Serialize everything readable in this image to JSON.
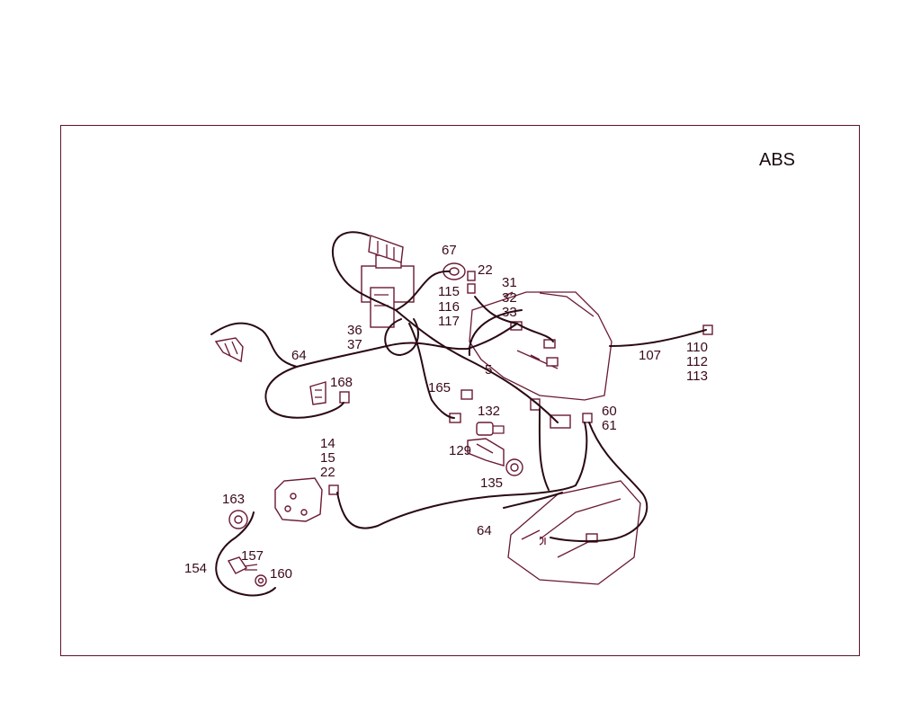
{
  "system_label": "ABS",
  "callouts": {
    "c67": "67",
    "c22a": "22",
    "c115": "115",
    "c116": "116",
    "c117": "117",
    "c31": "31",
    "c32": "32",
    "c33": "33",
    "c36": "36",
    "c37": "37",
    "c64a": "64",
    "c168": "168",
    "c5": "5",
    "c165": "165",
    "c132": "132",
    "c129": "129",
    "c135": "135",
    "c107": "107",
    "c110": "110",
    "c112": "112",
    "c113": "113",
    "c60": "60",
    "c61": "61",
    "c14": "14",
    "c15": "15",
    "c22b": "22",
    "c163": "163",
    "c157": "157",
    "c154": "154",
    "c160": "160",
    "c64b": "64"
  },
  "colors": {
    "frame": "#5a1528",
    "wire": "#2a0a12",
    "part": "#6a1a30"
  }
}
